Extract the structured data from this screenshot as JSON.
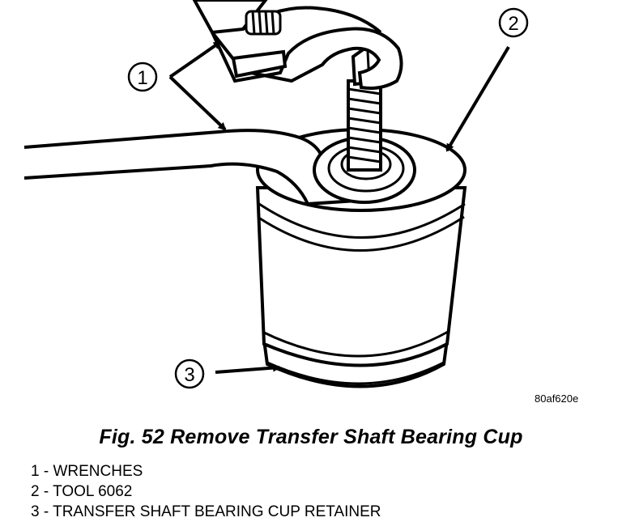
{
  "figure": {
    "code": "80af620e",
    "callouts": {
      "c1": "1",
      "c2": "2",
      "c3": "3"
    }
  },
  "caption": "Fig. 52 Remove Transfer Shaft Bearing Cup",
  "legend": [
    "1 - WRENCHES",
    "2 - TOOL 6062",
    "3 - TRANSFER SHAFT BEARING CUP RETAINER"
  ]
}
